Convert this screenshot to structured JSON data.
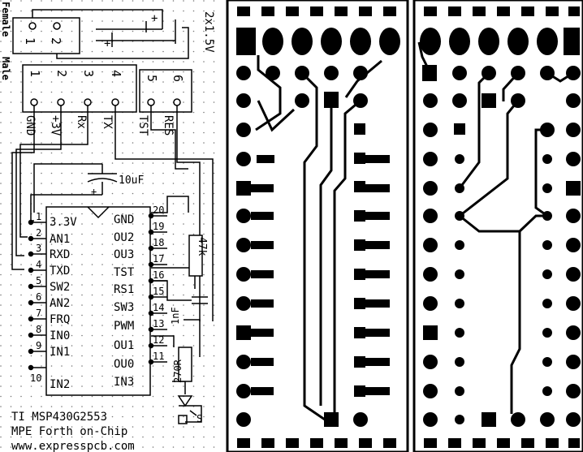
{
  "connectors": {
    "top_pins": [
      "1",
      "2"
    ],
    "side_labels": [
      "Female",
      "Male"
    ],
    "main_pins": [
      "1",
      "2",
      "3",
      "4"
    ],
    "main_signals": [
      "GND",
      "+3V",
      "Rx",
      "TX"
    ],
    "aux_pins": [
      "5",
      "6"
    ],
    "aux_signals": [
      "TST",
      "RES"
    ]
  },
  "battery": {
    "label": "2x1.5V",
    "plus_a": "+",
    "plus_b": "+"
  },
  "capacitor_main": {
    "label": "10uF",
    "plus": "+"
  },
  "chip": {
    "left_pins": [
      {
        "num": "1",
        "name": "3.3V"
      },
      {
        "num": "2",
        "name": "AN1"
      },
      {
        "num": "3",
        "name": "RXD"
      },
      {
        "num": "4",
        "name": "TXD"
      },
      {
        "num": "5",
        "name": "SW2"
      },
      {
        "num": "6",
        "name": "AN2"
      },
      {
        "num": "7",
        "name": "FRQ"
      },
      {
        "num": "8",
        "name": "IN0"
      },
      {
        "num": "9",
        "name": "IN1"
      },
      {
        "num": "10",
        "name": "IN2"
      }
    ],
    "right_pins": [
      {
        "num": "20",
        "name": "GND"
      },
      {
        "num": "19",
        "name": "OU2"
      },
      {
        "num": "18",
        "name": "OU3"
      },
      {
        "num": "17",
        "name": "TST"
      },
      {
        "num": "16",
        "name": "RS1"
      },
      {
        "num": "15",
        "name": "SW3"
      },
      {
        "num": "14",
        "name": "PWM"
      },
      {
        "num": "13",
        "name": "OU1"
      },
      {
        "num": "12",
        "name": "OU0"
      },
      {
        "num": "11",
        "name": "IN3"
      }
    ]
  },
  "components": {
    "resistor_top": "47k",
    "capacitor_small": "1nF",
    "resistor_bottom": "270R",
    "switch": "S"
  },
  "credits": {
    "line1": "TI MSP430G2553",
    "line2": "MPE Forth on-Chip",
    "line3": "www.expresspcb.com"
  }
}
